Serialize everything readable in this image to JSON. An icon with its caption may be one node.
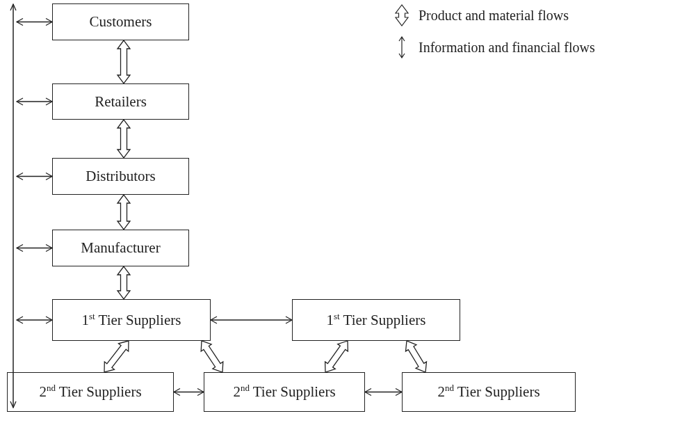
{
  "diagram": {
    "nodes": [
      {
        "text": [
          "Customers"
        ]
      },
      {
        "text": [
          "Retailers"
        ]
      },
      {
        "text": [
          "Distributors"
        ]
      },
      {
        "text": [
          "Manufacturer"
        ]
      },
      {
        "text": [
          "1$^{st}$ Tier Suppliers"
        ]
      },
      {
        "text": [
          "1$^{st}$ Tier Suppliers"
        ]
      },
      {
        "text": [
          "2$^{nd}$ Tier Suppliers"
        ]
      },
      {
        "text": [
          "2$^{nd}$ Tier Suppliers"
        ]
      },
      {
        "text": [
          "2$^{nd}$ Tier Suppliers"
        ]
      },
      {
        "text": [],
        "shape": "bar"
      }
    ],
    "edges": [
      {
        "from": 0,
        "to": 1,
        "arrow": "both",
        "style": "thick"
      },
      {
        "from": 1,
        "to": 2,
        "arrow": "both",
        "style": "thick"
      },
      {
        "from": 2,
        "to": 3,
        "arrow": "both",
        "style": "thick"
      },
      {
        "from": 3,
        "to": 4,
        "arrow": "both",
        "style": "thick"
      },
      {
        "from": 4,
        "to": 6,
        "arrow": "both",
        "style": "thick"
      },
      {
        "from": 4,
        "to": 7,
        "arrow": "both",
        "style": "thick"
      },
      {
        "from": 5,
        "to": 7,
        "arrow": "both",
        "style": "thick"
      },
      {
        "from": 5,
        "to": 8,
        "arrow": "both",
        "style": "thick"
      },
      {
        "from": 9,
        "to": 0,
        "arrow": "both"
      },
      {
        "from": 9,
        "to": 1,
        "arrow": "both"
      },
      {
        "from": 9,
        "to": 2,
        "arrow": "both"
      },
      {
        "from": 9,
        "to": 3,
        "arrow": "both"
      },
      {
        "from": 9,
        "to": 4,
        "arrow": "both"
      },
      {
        "from": 4,
        "to": 5,
        "arrow": "both"
      },
      {
        "from": 6,
        "to": 7,
        "arrow": "both"
      },
      {
        "from": 7,
        "to": 8,
        "arrow": "both"
      }
    ],
    "legend": [
      {
        "text": "Product and material flows"
      },
      {
        "text": "Information and financial flows"
      }
    ]
  }
}
